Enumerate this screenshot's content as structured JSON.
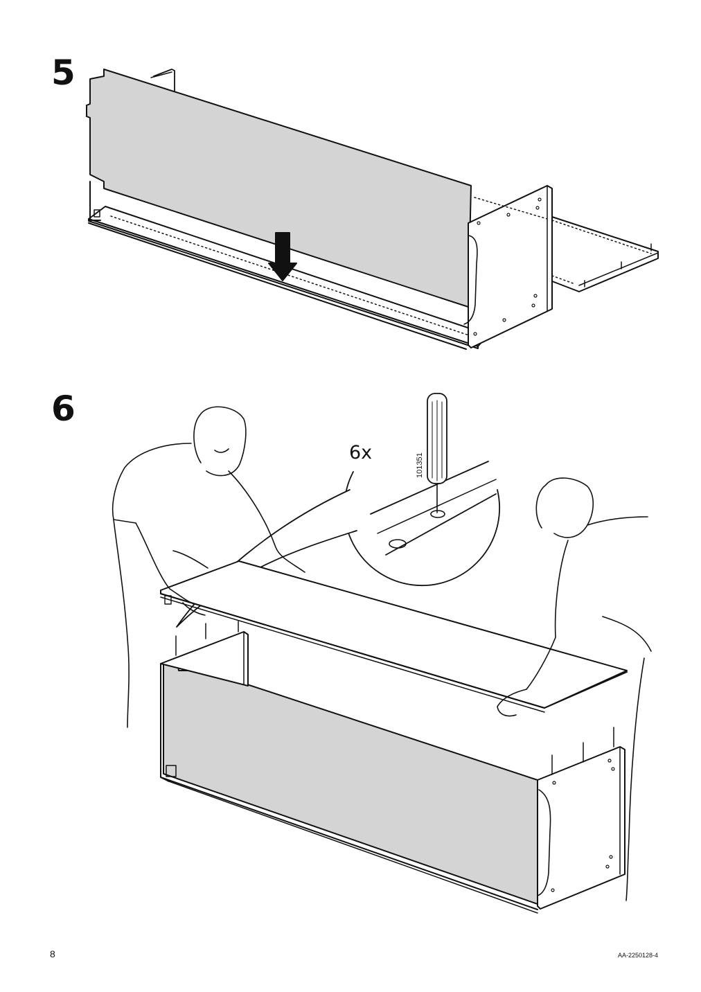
{
  "steps": [
    {
      "number": "5"
    },
    {
      "number": "6",
      "quantity": "6x",
      "part_number": "101351"
    }
  ],
  "footer": {
    "page_number": "8",
    "document_id": "AA-2250128-4"
  },
  "colors": {
    "panel_fill": "#d4d4d4",
    "line": "#111111",
    "background": "#ffffff"
  }
}
